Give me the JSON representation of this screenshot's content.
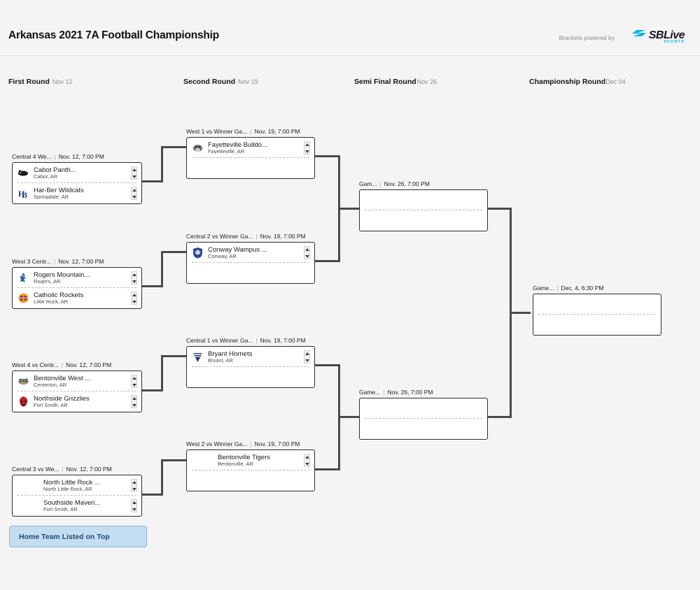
{
  "header": {
    "title": "Arkansas 2021 7A Football Championship",
    "powered_by": "Brackets powered by",
    "logo_word": "SBLive",
    "logo_sub": "SPORTS"
  },
  "rounds": [
    {
      "name": "First Round",
      "date": "Nov 12"
    },
    {
      "name": "Second Round",
      "date": "Nov 19"
    },
    {
      "name": "Semi Final Round",
      "date": "Nov 26"
    },
    {
      "name": "Championship Round",
      "date": "Dec 04"
    }
  ],
  "games": [
    {
      "label": "Central 4 We...",
      "datetime": "Nov. 12, 7:00 PM",
      "teams": [
        {
          "name": "Cabot Panth...",
          "city": "Cabot, AR",
          "logo": "panther-logo"
        },
        {
          "name": "Har-Ber Wildcats",
          "city": "Springdale, AR",
          "logo": "hb-logo"
        }
      ]
    },
    {
      "label": "West 3 Centr...",
      "datetime": "Nov. 12, 7:00 PM",
      "teams": [
        {
          "name": "Rogers Mountain...",
          "city": "Rogers, AR",
          "logo": "mounty-logo"
        },
        {
          "name": "Catholic Rockets",
          "city": "Little Rock, AR",
          "logo": "rockets-logo"
        }
      ]
    },
    {
      "label": "West 4 vs Centr...",
      "datetime": "Nov. 12, 7:00 PM",
      "teams": [
        {
          "name": "Bentonville West ...",
          "city": "Centerton, AR",
          "logo": "wolverine-logo"
        },
        {
          "name": "Northside Grizzlies",
          "city": "Fort Smith, AR",
          "logo": "grizzly-logo"
        }
      ]
    },
    {
      "label": "Central 3 vs We...",
      "datetime": "Nov. 12, 7:00 PM",
      "teams": [
        {
          "name": "North Little Rock ...",
          "city": "North Little Rock, AR",
          "logo": "none"
        },
        {
          "name": "Southside Maveri...",
          "city": "Fort Smith, AR",
          "logo": "none"
        }
      ]
    },
    {
      "label": "West 1 vs Winner Ga...",
      "datetime": "Nov. 19, 7:00 PM",
      "teams": [
        {
          "name": "Fayetteville Bulldo...",
          "city": "Fayetteville, AR",
          "logo": "bulldog-logo"
        },
        {
          "name": "",
          "city": "",
          "logo": "none"
        }
      ]
    },
    {
      "label": "Central 2 vs Winner Ga...",
      "datetime": "Nov. 19, 7:00 PM",
      "teams": [
        {
          "name": "Conway Wampus ...",
          "city": "Conway, AR",
          "logo": "wampus-logo"
        },
        {
          "name": "",
          "city": "",
          "logo": "none"
        }
      ]
    },
    {
      "label": "Central 1 vs Winner Ga...",
      "datetime": "Nov. 19, 7:00 PM",
      "teams": [
        {
          "name": "Bryant Hornets",
          "city": "Bryant, AR",
          "logo": "hornet-logo"
        },
        {
          "name": "",
          "city": "",
          "logo": "none"
        }
      ]
    },
    {
      "label": "West 2 vs Winner Ga...",
      "datetime": "Nov. 19, 7:00 PM",
      "teams": [
        {
          "name": "Bentonville Tigers",
          "city": "Bentonville, AR",
          "logo": "none"
        },
        {
          "name": "",
          "city": "",
          "logo": "none"
        }
      ]
    },
    {
      "label": "Gam...",
      "datetime": "Nov. 26, 7:00 PM",
      "teams": [
        {
          "name": "",
          "city": "",
          "logo": "none"
        },
        {
          "name": "",
          "city": "",
          "logo": "none"
        }
      ]
    },
    {
      "label": "Game...",
      "datetime": "Nov. 26, 7:00 PM",
      "teams": [
        {
          "name": "",
          "city": "",
          "logo": "none"
        },
        {
          "name": "",
          "city": "",
          "logo": "none"
        }
      ]
    },
    {
      "label": "Game...",
      "datetime": "Dec. 4, 6:30 PM",
      "teams": [
        {
          "name": "",
          "city": "",
          "logo": "none"
        },
        {
          "name": "",
          "city": "",
          "logo": "none"
        }
      ]
    }
  ],
  "legend": {
    "text": "Home Team Listed on Top"
  },
  "colors": {
    "page_bg": "#f4f4f4",
    "box_border": "#2d2d2d",
    "connector": "#4a4a4a",
    "legend_bg": "#c5ddf0",
    "legend_text": "#1e4d79",
    "brand_cyan": "#00b5f0"
  }
}
